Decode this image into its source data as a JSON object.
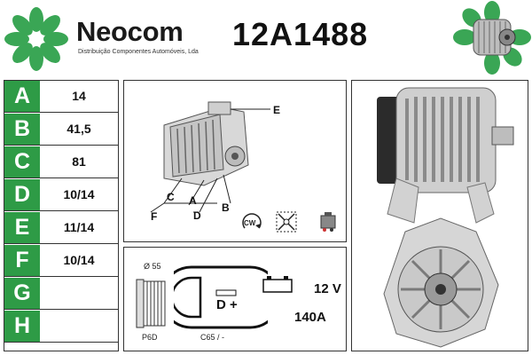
{
  "brand": {
    "name": "Neocom",
    "subtitle": "Distribuição Componentes Automóveis, Lda"
  },
  "part_number": "12A1488",
  "specs": [
    {
      "letter": "A",
      "value": "14"
    },
    {
      "letter": "B",
      "value": "41,5"
    },
    {
      "letter": "C",
      "value": "81"
    },
    {
      "letter": "D",
      "value": "10/14"
    },
    {
      "letter": "E",
      "value": "11/14"
    },
    {
      "letter": "F",
      "value": "10/14"
    },
    {
      "letter": "G",
      "value": ""
    },
    {
      "letter": "H",
      "value": ""
    }
  ],
  "diagram": {
    "labels": {
      "e": "E",
      "c": "C",
      "a": "A",
      "f": "F",
      "d": "D",
      "b": "B"
    },
    "rotation": "CW"
  },
  "electrical": {
    "pulley_diameter": "Ø 55",
    "pulley_type": "P6D",
    "connector_code": "C65 / -",
    "terminal": "D +",
    "voltage": "12 V",
    "current": "140A"
  },
  "colors": {
    "brand_green": "#2e9b46",
    "logo_green": "#3aa655"
  }
}
